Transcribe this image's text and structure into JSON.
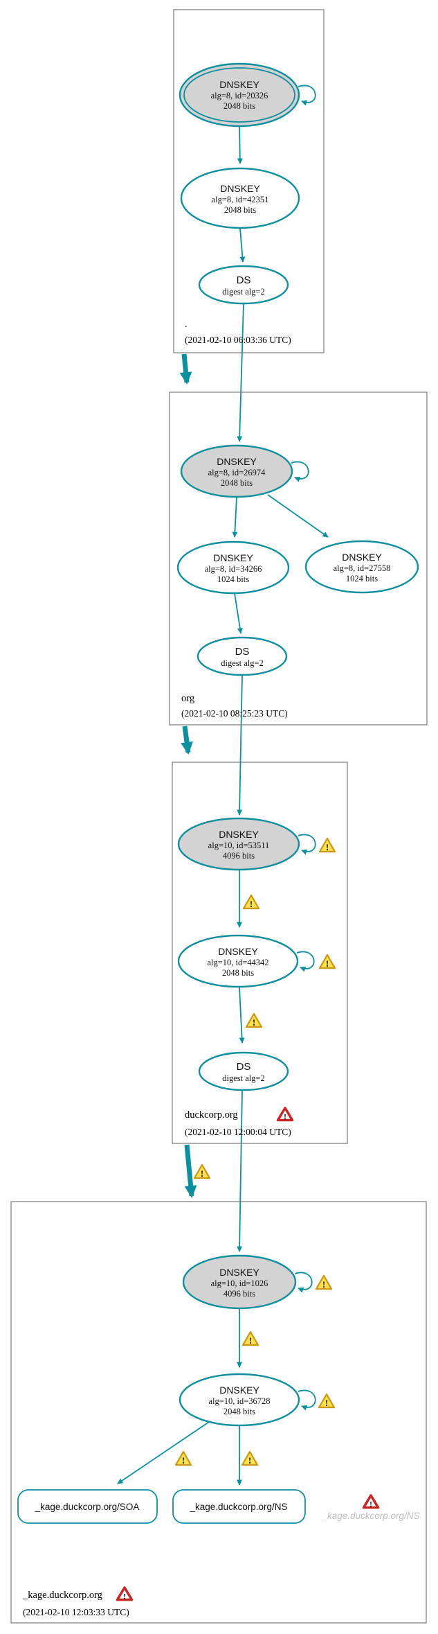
{
  "colors": {
    "edge": "#0f8e9e",
    "node_fill": "#d3d3d3",
    "box_border": "#7a7a7a",
    "warning_fill": "#ffdf54",
    "warning_stroke": "#c79810",
    "error_color": "#c62828",
    "faded_text": "#bdbdbd"
  },
  "zones": [
    {
      "label": ".",
      "timestamp": "(2021-02-10 06:03:36 UTC)",
      "keys": [
        {
          "title": "DNSKEY",
          "detail": "alg=8, id=20326",
          "bits": "2048 bits"
        },
        {
          "title": "DNSKEY",
          "detail": "alg=8, id=42351",
          "bits": "2048 bits"
        }
      ],
      "ds": {
        "title": "DS",
        "detail": "digest alg=2"
      }
    },
    {
      "label": "org",
      "timestamp": "(2021-02-10 08:25:23 UTC)",
      "keys": [
        {
          "title": "DNSKEY",
          "detail": "alg=8, id=26974",
          "bits": "2048 bits"
        },
        {
          "title": "DNSKEY",
          "detail": "alg=8, id=34266",
          "bits": "1024 bits"
        },
        {
          "title": "DNSKEY",
          "detail": "alg=8, id=27558",
          "bits": "1024 bits"
        }
      ],
      "ds": {
        "title": "DS",
        "detail": "digest alg=2"
      }
    },
    {
      "label": "duckcorp.org",
      "timestamp": "(2021-02-10 12:00:04 UTC)",
      "keys": [
        {
          "title": "DNSKEY",
          "detail": "alg=10, id=53511",
          "bits": "4096 bits"
        },
        {
          "title": "DNSKEY",
          "detail": "alg=10, id=44342",
          "bits": "2048 bits"
        }
      ],
      "ds": {
        "title": "DS",
        "detail": "digest alg=2"
      }
    },
    {
      "label": "_kage.duckcorp.org",
      "timestamp": "(2021-02-10 12:03:33 UTC)",
      "keys": [
        {
          "title": "DNSKEY",
          "detail": "alg=10, id=1026",
          "bits": "4096 bits"
        },
        {
          "title": "DNSKEY",
          "detail": "alg=10, id=36728",
          "bits": "2048 bits"
        }
      ],
      "records": [
        {
          "label": "_kage.duckcorp.org/SOA"
        },
        {
          "label": "_kage.duckcorp.org/NS"
        }
      ],
      "missing_record": {
        "label": "_kage.duckcorp.org/NS"
      }
    }
  ]
}
